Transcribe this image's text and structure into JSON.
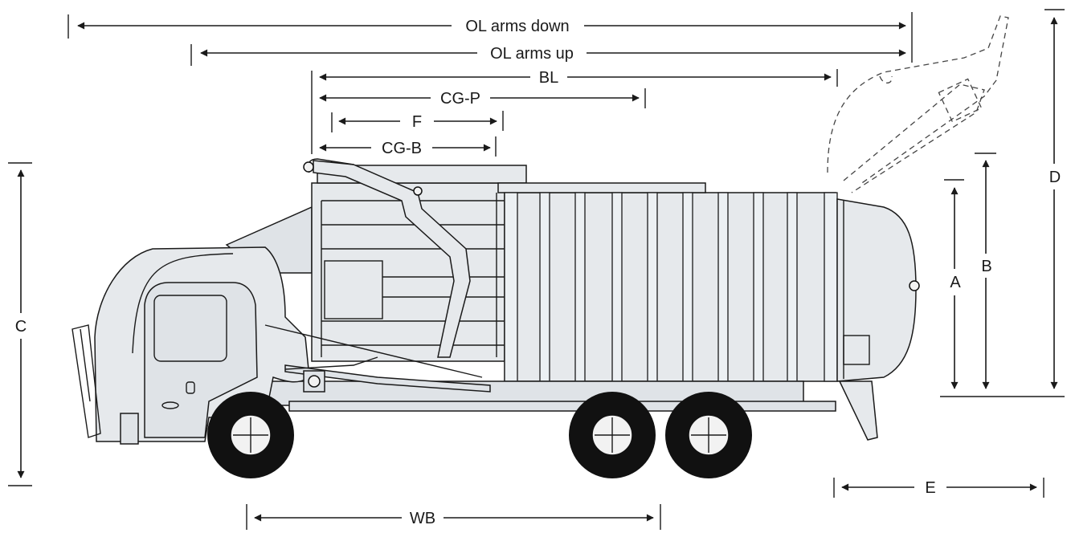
{
  "dimensions": {
    "ol_arms_down": "OL arms down",
    "ol_arms_up": "OL arms up",
    "bl": "BL",
    "cg_p": "CG-P",
    "f": "F",
    "cg_b": "CG-B",
    "a": "A",
    "b": "B",
    "c": "C",
    "d": "D",
    "e": "E",
    "wb": "WB"
  },
  "colors": {
    "body": "#e6e9ec",
    "line": "#1a1a1a",
    "tire": "#111111"
  }
}
